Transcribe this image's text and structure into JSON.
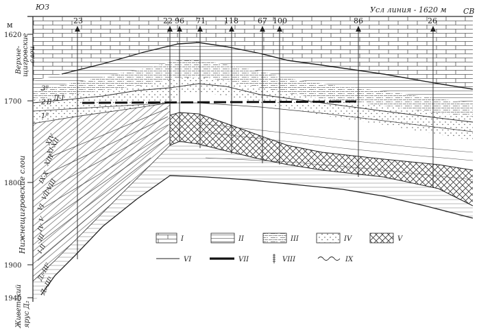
{
  "corner_left": "ЮЗ",
  "corner_right": "СВ",
  "datum_label": "Усл линия - 1620 м",
  "depth_unit": "м",
  "depth_ticks": [
    "1620",
    "1700",
    "1800",
    "1900",
    "1940"
  ],
  "wells": [
    "23",
    "22",
    "96",
    "71",
    "118",
    "67",
    "100",
    "86",
    "26"
  ],
  "formations": {
    "upper": [
      "Верхне-",
      "щигровские",
      "слои"
    ],
    "lower": "Нижнещигровские слои",
    "base": [
      "Живетский",
      "ярус Д₂"
    ]
  },
  "layer_labels": [
    "3ᴮ",
    "2",
    "Б",
    "Д-I",
    "1ᴮ",
    "XIV",
    "XIII",
    "XI-XII",
    "IX-X",
    "VII-VIII",
    "VI",
    "V",
    "IV",
    "III",
    "I-II",
    "Д₂-III²",
    "Д₂-III¹"
  ],
  "legend": [
    {
      "id": "I",
      "pattern": "limestone"
    },
    {
      "id": "II",
      "pattern": "clay"
    },
    {
      "id": "III",
      "pattern": "marl"
    },
    {
      "id": "IV",
      "pattern": "sand"
    },
    {
      "id": "V",
      "pattern": "crosshatch"
    },
    {
      "id": "VI",
      "pattern": "thin-line"
    },
    {
      "id": "VII",
      "pattern": "thick-line"
    },
    {
      "id": "VIII",
      "pattern": "hatched-bar"
    },
    {
      "id": "IX",
      "pattern": "wavy-line"
    }
  ]
}
